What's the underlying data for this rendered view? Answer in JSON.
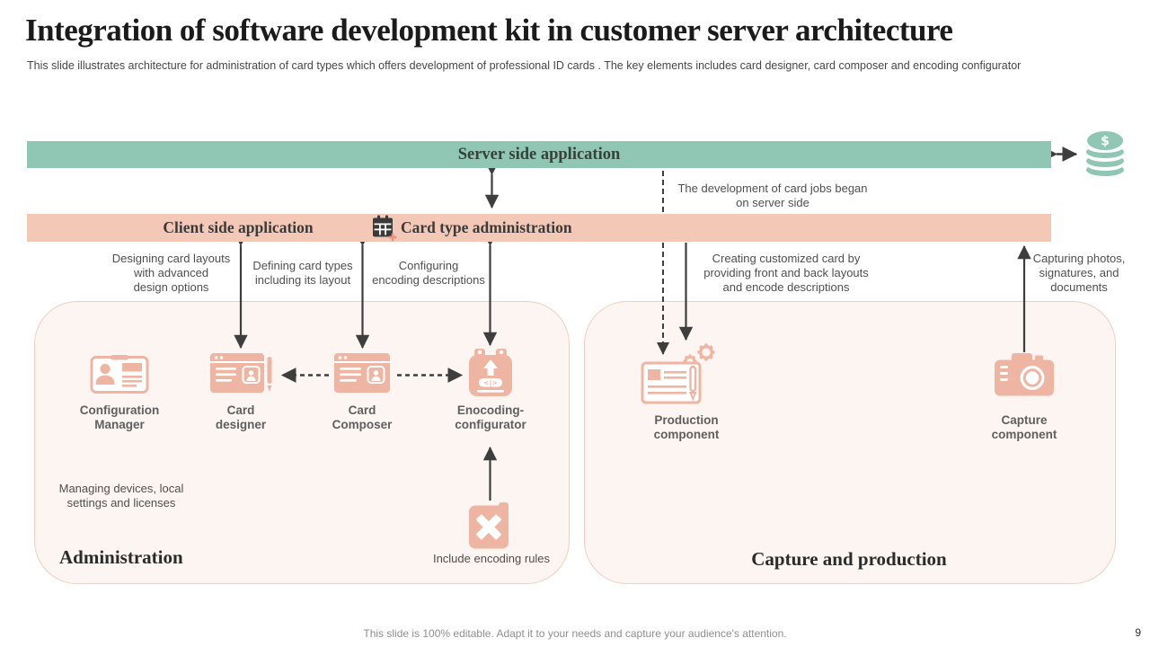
{
  "colors": {
    "accent_green": "#8FC7B4",
    "accent_salmon": "#EFB5A3",
    "bar_pink": "#F4C8B7",
    "box_border": "#EFCFC2",
    "box_fill": "#FCF5F1",
    "arrow": "#3E3E3E"
  },
  "header": {
    "title": "Integration of software development kit in customer server architecture",
    "subtitle": "This slide illustrates architecture for administration of card types which offers  development of professional  ID cards . The key  elements includes card designer,  card composer and encoding configurator"
  },
  "server_bar": {
    "label": "Server side application"
  },
  "client_bar": {
    "label": "Client side application",
    "admin_label": "Card type administration"
  },
  "notes": {
    "dev_jobs": "The development  of card jobs began\non server  side",
    "designing": "Designing  card layouts\nwith advanced\ndesign options",
    "defining": "Defining  card types\nincluding its layout",
    "configuring": "Configuring\nencoding descriptions",
    "creating": "Creating  customized  card by\nproviding   front and back layouts\nand   encode  descriptions",
    "capturing": "Capturing  photos,\nsignatures, and\ndocuments",
    "managing": "Managing  devices, local\nsettings and licenses",
    "include_rules": "Include  encoding  rules"
  },
  "admin_box": {
    "title": "Administration",
    "items": [
      {
        "label": "Configuration\nManager",
        "icon": "id-card-icon"
      },
      {
        "label": "Card\ndesigner",
        "icon": "card-designer-icon"
      },
      {
        "label": "Card\nComposer",
        "icon": "card-composer-icon"
      },
      {
        "label": "Enocoding-\nconfigurator",
        "icon": "encoding-configurator-icon"
      }
    ]
  },
  "capture_box": {
    "title": "Capture and production",
    "items": [
      {
        "label": "Production\ncomponent",
        "icon": "production-gears-icon"
      },
      {
        "label": "Capture\ncomponent",
        "icon": "camera-icon"
      }
    ]
  },
  "icons": {
    "database": "coin-stack-dollar-icon",
    "card_admin": "calendar-plus-icon",
    "encoding_rules": "x-note-icon"
  },
  "footer": {
    "note": "This slide is 100% editable. Adapt it to your needs and capture your audience's attention.",
    "page": "9"
  }
}
